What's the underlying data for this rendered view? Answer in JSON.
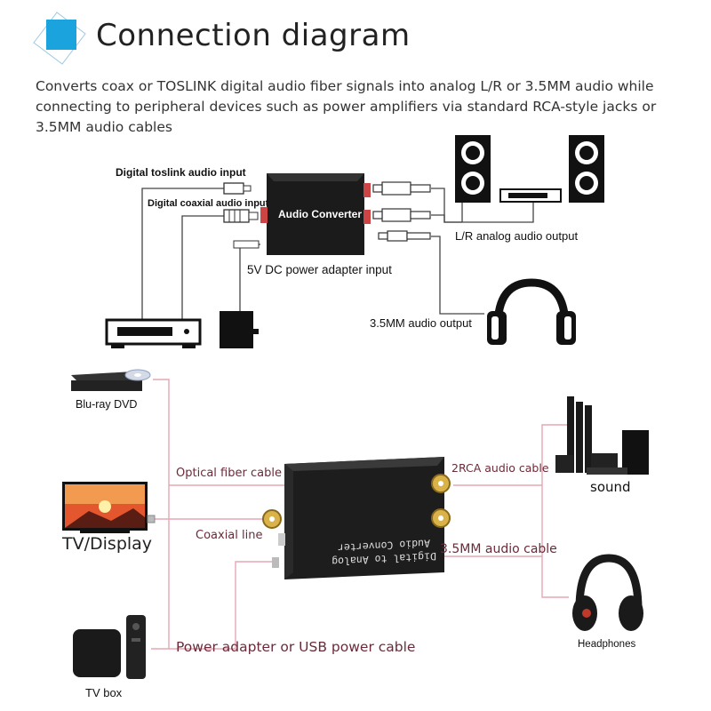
{
  "header": {
    "title": "Connection diagram",
    "description": "Converts coax or TOSLINK digital audio fiber signals into analog L/R or 3.5MM audio while connecting to peripheral devices such as power amplifiers via standard RCA-style jacks or 3.5MM audio cables"
  },
  "top_diagram": {
    "toslink_input": "Digital  toslink audio input",
    "coaxial_input": "Digital  coaxial audio input",
    "converter_label": "Audio Converter",
    "dc_input": "5V DC power adapter input",
    "lr_output": "L/R analog audio output",
    "mm_output": "3.5MM audio output"
  },
  "bottom_diagram": {
    "bluray": "Blu-ray DVD",
    "tv": "TV/Display",
    "tvbox": "TV box",
    "optical": "Optical fiber cable",
    "coaxial": "Coaxial line",
    "power": "Power adapter or USB power cable",
    "rca": "2RCA audio cable",
    "mm": "3.5MM audio cable",
    "sound": "sound",
    "headphones": "Headphones",
    "device_text_line1": "Digital to Analog",
    "device_text_line2": "Audio Converter"
  },
  "colors": {
    "accent_blue": "#1aa3dc",
    "cable_pink": "#e7a7b3",
    "dark_label": "#6b2a3a"
  }
}
